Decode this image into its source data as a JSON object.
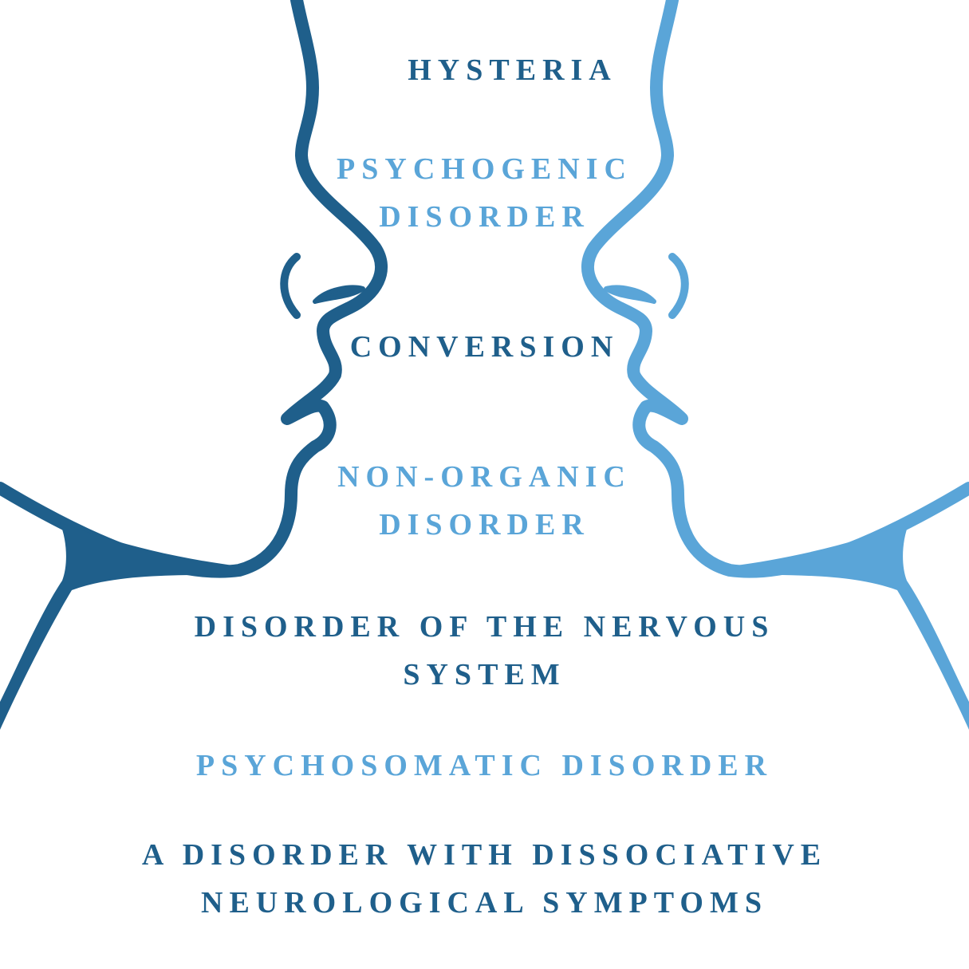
{
  "colors": {
    "dark_face": "#1f5f8b",
    "light_face": "#5aa5d8",
    "background": "#ffffff"
  },
  "terms": [
    {
      "lines": [
        "HYSTERIA"
      ],
      "color": "#1f5f8b"
    },
    {
      "lines": [
        "PSYCHOGENIC",
        "DISORDER"
      ],
      "color": "#5aa5d8"
    },
    {
      "lines": [
        "CONVERSION"
      ],
      "color": "#1f5f8b"
    },
    {
      "lines": [
        "NON-ORGANIC",
        "DISORDER"
      ],
      "color": "#5aa5d8"
    },
    {
      "lines": [
        "DISORDER OF THE NERVOUS",
        "SYSTEM"
      ],
      "color": "#1f5f8b"
    },
    {
      "lines": [
        "PSYCHOSOMATIC DISORDER"
      ],
      "color": "#5aa5d8"
    },
    {
      "lines": [
        "A DISORDER WITH DISSOCIATIVE",
        "NEUROLOGICAL SYMPTOMS"
      ],
      "color": "#1f5f8b"
    }
  ],
  "icons": {
    "left_face": "face-profile-right-facing-icon",
    "right_face": "face-profile-left-facing-icon"
  }
}
